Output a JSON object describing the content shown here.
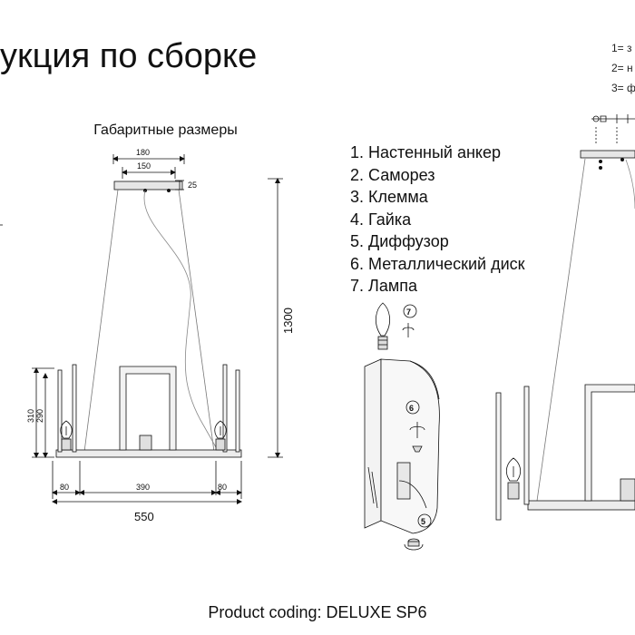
{
  "header": {
    "title": "укция по сборке"
  },
  "wiring": {
    "items": [
      "1= з",
      "2= н",
      "3= ф"
    ]
  },
  "dimensions_view": {
    "subtitle": "Габаритные размеры",
    "labels": {
      "w180": "180",
      "w150": "150",
      "h25": "25",
      "h1300": "1300",
      "h310": "310",
      "h290": "290",
      "w80_left": "80",
      "w390": "390",
      "w80_right": "80",
      "w550": "550"
    }
  },
  "legend": {
    "items": [
      "1. Настенный анкер",
      "2. Саморез",
      "3. Клемма",
      "4. Гайка",
      "5. Диффузор",
      "6. Металлический диск",
      "7. Лампа"
    ]
  },
  "assembly": {
    "callouts": {
      "c7": "7",
      "c6": "6",
      "c5": "5"
    }
  },
  "footer": {
    "text": "Product coding: DELUXE SP6"
  }
}
